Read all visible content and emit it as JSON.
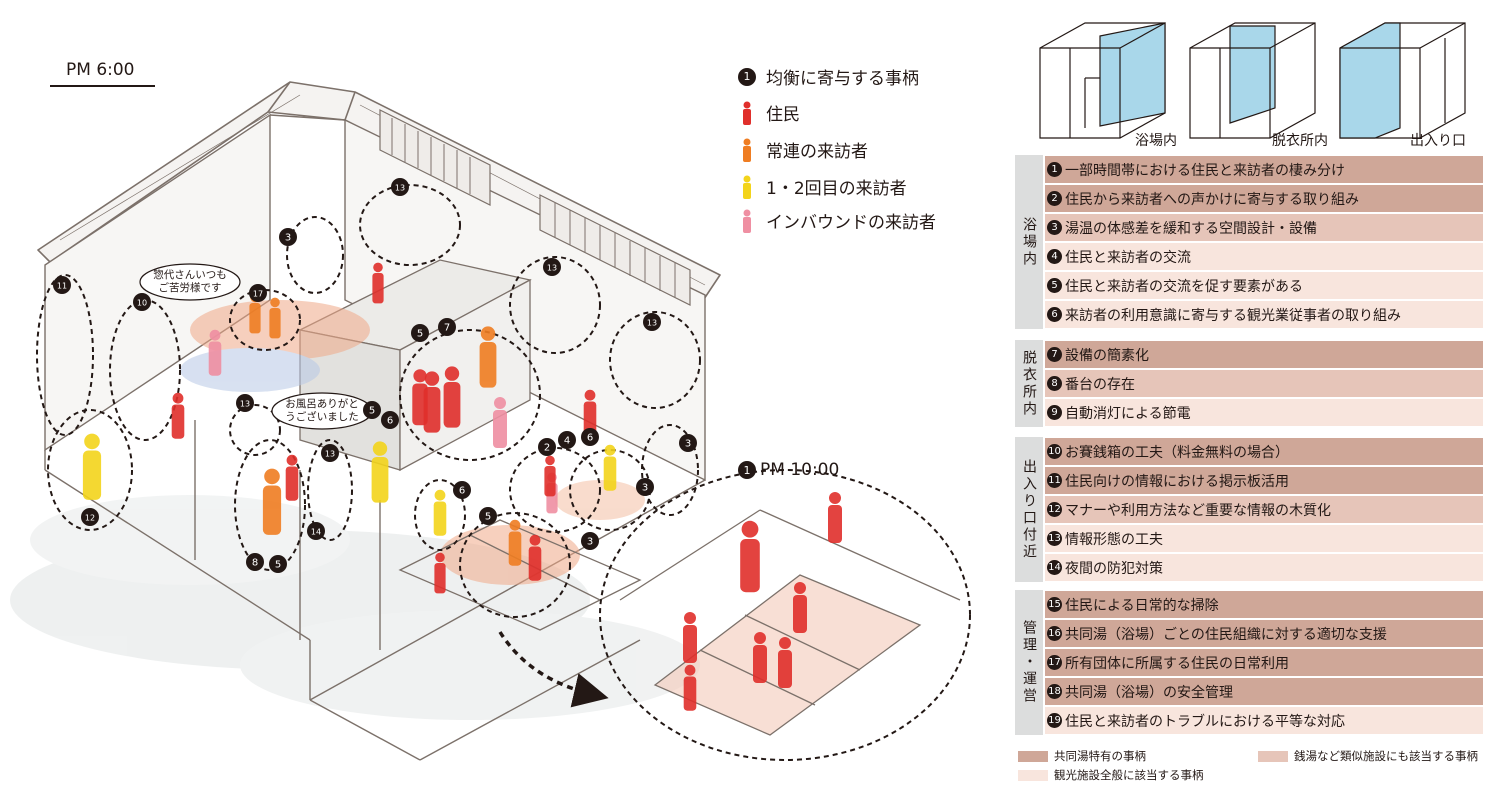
{
  "scene": {
    "time_label": "PM 6:00",
    "inset_label": "PM 10:00",
    "inset_number": "1",
    "bubbles": [
      {
        "line1": "惣代さんいつも",
        "line2": "ご苦労様です"
      },
      {
        "line1": "お風呂ありがと",
        "line2": "うございました"
      }
    ],
    "markers": [
      {
        "n": "11"
      },
      {
        "n": "10"
      },
      {
        "n": "17"
      },
      {
        "n": "3"
      },
      {
        "n": "13"
      },
      {
        "n": "13"
      },
      {
        "n": "13"
      },
      {
        "n": "5"
      },
      {
        "n": "7"
      },
      {
        "n": "13"
      },
      {
        "n": "5"
      },
      {
        "n": "6"
      },
      {
        "n": "13"
      },
      {
        "n": "12"
      },
      {
        "n": "2"
      },
      {
        "n": "4"
      },
      {
        "n": "6"
      },
      {
        "n": "3"
      },
      {
        "n": "3"
      },
      {
        "n": "6"
      },
      {
        "n": "5"
      },
      {
        "n": "3"
      },
      {
        "n": "14"
      },
      {
        "n": "8"
      },
      {
        "n": "5"
      }
    ],
    "colors": {
      "resident": "#e02f2b",
      "regular": "#ef7d22",
      "first": "#f3d41b",
      "inbound": "#ef8fa2"
    }
  },
  "legend": {
    "items": [
      {
        "label": "均衡に寄与する事柄",
        "symbol": "1",
        "type": "marker"
      },
      {
        "label": "住民",
        "type": "person",
        "color": "#e02f2b"
      },
      {
        "label": "常連の来訪者",
        "type": "person",
        "color": "#ef7d22"
      },
      {
        "label": "1・2回目の来訪者",
        "type": "person",
        "color": "#f3d41b"
      },
      {
        "label": "インバウンドの来訪者",
        "type": "person",
        "color": "#ef8fa2"
      }
    ]
  },
  "thumbnails": [
    {
      "label": "浴場内"
    },
    {
      "label": "脱衣所内"
    },
    {
      "label": "出入り口"
    }
  ],
  "categories": [
    {
      "name": "浴場内",
      "items": [
        {
          "n": "1",
          "text": "一部時間帯における住民と来訪者の棲み分け",
          "shade": "c1"
        },
        {
          "n": "2",
          "text": "住民から来訪者への声かけに寄与する取り組み",
          "shade": "c1"
        },
        {
          "n": "3",
          "text": "湯温の体感差を緩和する空間設計・設備",
          "shade": "c2"
        },
        {
          "n": "4",
          "text": "住民と来訪者の交流",
          "shade": "c3"
        },
        {
          "n": "5",
          "text": "住民と来訪者の交流を促す要素がある",
          "shade": "c3"
        },
        {
          "n": "6",
          "text": "来訪者の利用意識に寄与する観光業従事者の取り組み",
          "shade": "c3"
        }
      ]
    },
    {
      "name": "脱衣所内",
      "items": [
        {
          "n": "7",
          "text": "設備の簡素化",
          "shade": "c1"
        },
        {
          "n": "8",
          "text": "番台の存在",
          "shade": "c2"
        },
        {
          "n": "9",
          "text": "自動消灯による節電",
          "shade": "c3"
        }
      ]
    },
    {
      "name": "出入り口付近",
      "items": [
        {
          "n": "10",
          "text": "お賽銭箱の工夫（料金無料の場合）",
          "shade": "c1"
        },
        {
          "n": "11",
          "text": "住民向けの情報における掲示板活用",
          "shade": "c1"
        },
        {
          "n": "12",
          "text": "マナーや利用方法など重要な情報の木質化",
          "shade": "c2"
        },
        {
          "n": "13",
          "text": "情報形態の工夫",
          "shade": "c3"
        },
        {
          "n": "14",
          "text": "夜間の防犯対策",
          "shade": "c3"
        }
      ]
    },
    {
      "name": "管理・運営",
      "items": [
        {
          "n": "15",
          "text": "住民による日常的な掃除",
          "shade": "c1"
        },
        {
          "n": "16",
          "text": "共同湯（浴場）ごとの住民組織に対する適切な支援",
          "shade": "c1"
        },
        {
          "n": "17",
          "text": "所有団体に所属する住民の日常利用",
          "shade": "c1"
        },
        {
          "n": "18",
          "text": "共同湯（浴場）の安全管理",
          "shade": "c1"
        },
        {
          "n": "19",
          "text": "住民と来訪者のトラブルにおける平等な対応",
          "shade": "c3"
        }
      ]
    }
  ],
  "shade_key": [
    {
      "label": "共同湯特有の事柄",
      "color": "#cfa798"
    },
    {
      "label": "銭湯など類似施設にも該当する事柄",
      "color": "#e6c5b9"
    },
    {
      "label": "観光施設全般に該当する事柄",
      "color": "#f8e5dd"
    }
  ]
}
